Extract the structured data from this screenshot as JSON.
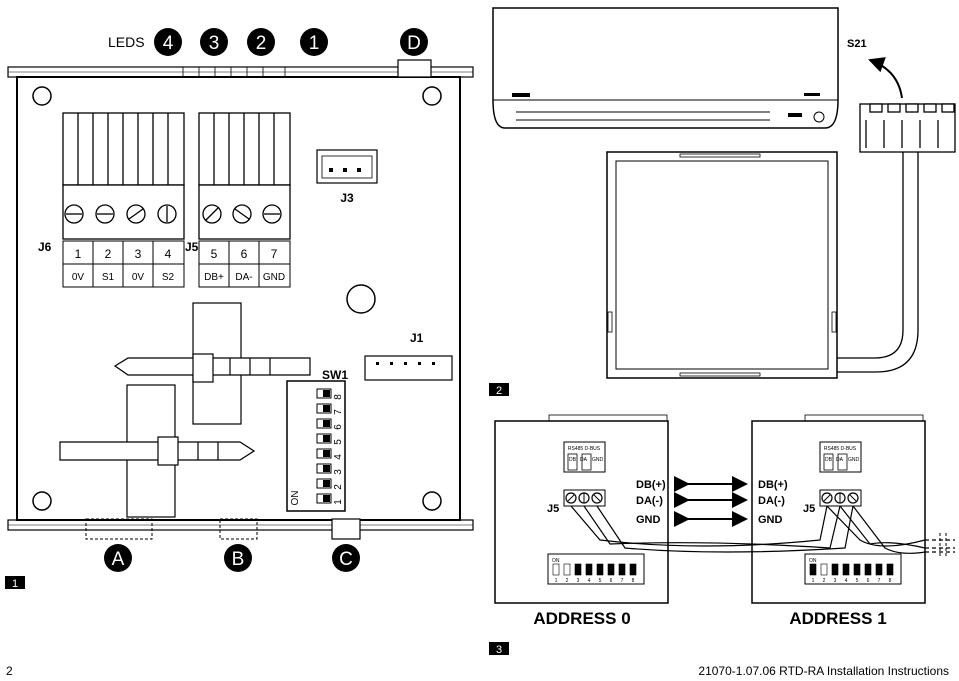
{
  "fig1": {
    "panel_label": "1",
    "leds_label": "LEDS",
    "led_numbers": [
      "4",
      "3",
      "2",
      "1"
    ],
    "top_callout": "D",
    "bottom_callouts": [
      "A",
      "B",
      "C"
    ],
    "j6_label": "J6",
    "j5_label": "J5",
    "j3_label": "J3",
    "j1_label": "J1",
    "sw1_label": "SW1",
    "sw1_on": "ON",
    "sw1_positions": [
      "8",
      "7",
      "6",
      "5",
      "4",
      "3",
      "2",
      "1"
    ],
    "j6_terminals": [
      {
        "num": "1",
        "sig": "0V"
      },
      {
        "num": "2",
        "sig": "S1"
      },
      {
        "num": "3",
        "sig": "0V"
      },
      {
        "num": "4",
        "sig": "S2"
      }
    ],
    "j5_terminals": [
      {
        "num": "5",
        "sig": "DB+"
      },
      {
        "num": "6",
        "sig": "DA-"
      },
      {
        "num": "7",
        "sig": "GND"
      }
    ]
  },
  "fig2": {
    "panel_label": "2",
    "connector_label": "S21"
  },
  "fig3": {
    "panel_label": "3",
    "left_address": "ADDRESS 0",
    "right_address": "ADDRESS 1",
    "j5_label": "J5",
    "bus_label": "RS485 D-BUS",
    "terminal_tags": [
      "DB",
      "DA",
      "GND"
    ],
    "signals_left": [
      "DB(+)",
      "DA(-)",
      "GND"
    ],
    "signals_right": [
      "DB(+)",
      "DA(-)",
      "GND"
    ],
    "dip_on": "ON",
    "dip_numbers": [
      "1",
      "2",
      "3",
      "4",
      "5",
      "6",
      "7",
      "8"
    ]
  },
  "footer": {
    "page_number": "2",
    "doc_title": "21070-1.07.06 RTD-RA Installation Instructions"
  }
}
